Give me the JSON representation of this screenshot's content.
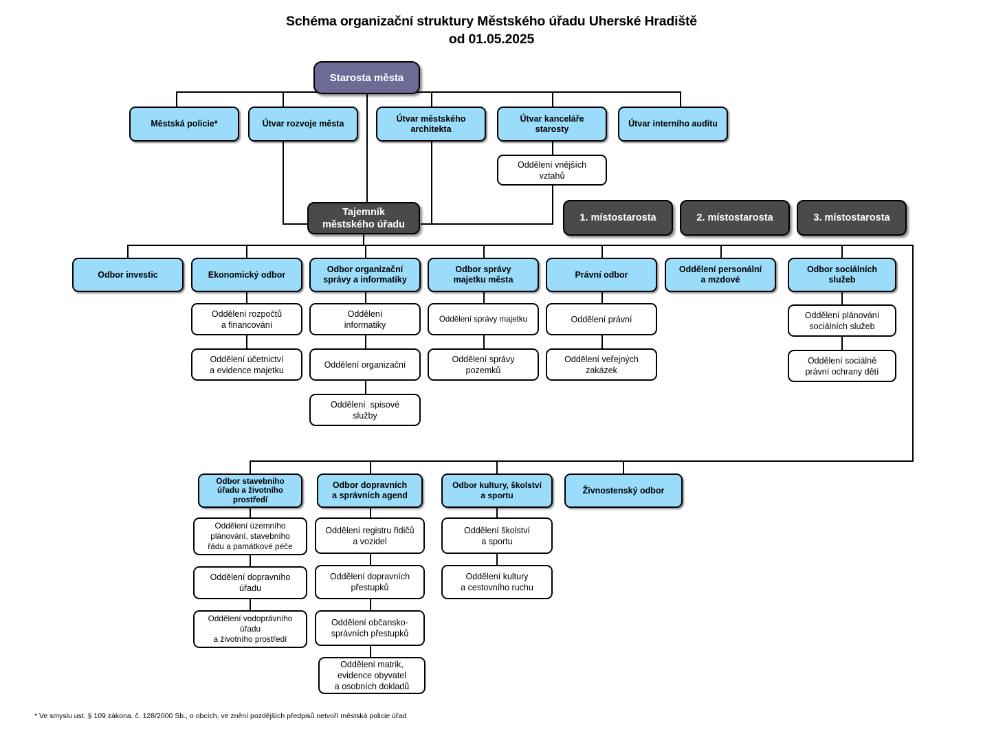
{
  "title": {
    "line1": "Schéma organizační struktury Městského úřadu Uherské Hradiště",
    "line2": "od 01.05.2025"
  },
  "nodes": {
    "mayor": "Starosta města",
    "secretary": "Tajemník\nměstského úřadu",
    "deputies": [
      "1. místostarosta",
      "2. místostarosta",
      "3. místostarosta"
    ],
    "mayor_units": [
      "Městská policie*",
      "Útvar rozvoje města",
      "Útvar městského\narchitekta",
      "Útvar kanceláře\nstarosty",
      "Útvar interního auditu"
    ],
    "office_of_mayor_child": "Oddělení vnějších\nvztahů",
    "departments_row1": [
      {
        "name": "Odbor investic",
        "children": []
      },
      {
        "name": "Ekonomický odbor",
        "children": [
          "Oddělení rozpočtů\na financování",
          "Oddělení účetnictví\na evidence majetku"
        ]
      },
      {
        "name": "Odbor organizační\nsprávy a informatiky",
        "children": [
          "Oddělení\ninformatiky",
          "Oddělení organizační",
          "Oddělení  spisové\nslužby"
        ]
      },
      {
        "name": "Odbor správy\nmajetku města",
        "children": [
          "Oddělení správy majetku",
          "Oddělení správy\npozemků"
        ]
      },
      {
        "name": "Právní odbor",
        "children": [
          "Oddělení právní",
          "Oddělení veřejných\nzakázek"
        ]
      },
      {
        "name": "Oddělení personální\na mzdové",
        "children": []
      },
      {
        "name": "Odbor sociálních\nslužeb",
        "children": [
          "Oddělení plánování\nsociálních služeb",
          "Oddělení sociálně\nprávní ochrany dětí"
        ]
      }
    ],
    "departments_row2": [
      {
        "name": "Odbor stavebního\núřadu a životního\nprostředí",
        "children": [
          "Oddělení územního\nplánování, stavebního\nřádu a památkové péče",
          "Oddělení dopravního\núřadu",
          "Oddělení vodoprávního\núřadu\na životního prostředí"
        ]
      },
      {
        "name": "Odbor dopravních\na správních agend",
        "children": [
          "Oddělení registru řidičů\na vozidel",
          "Oddělení dopravních\npřestupků",
          "Oddělení občansko-\nsprávních přestupků",
          "Oddělení matrik,\nevidence obyvatel\na osobních dokladů"
        ]
      },
      {
        "name": "Odbor kultury, školství\na sportu",
        "children": [
          "Oddělení školství\na sportu",
          "Oddělení kultury\na cestovního ruchu"
        ]
      },
      {
        "name": "Živnostenský odbor",
        "children": []
      }
    ]
  },
  "footnote": "* Ve smyslu ust. § 109 zákona. č. 128/2000 Sb., o obcích, ve znění pozdějších předpisů netvoří městská policie úřad",
  "colors": {
    "mayor_box": "#6B6B96",
    "dark_box": "#4A4A4A",
    "blue_box": "#9BDCFA",
    "white_box": "#FFFFFF",
    "line": "#000000"
  }
}
